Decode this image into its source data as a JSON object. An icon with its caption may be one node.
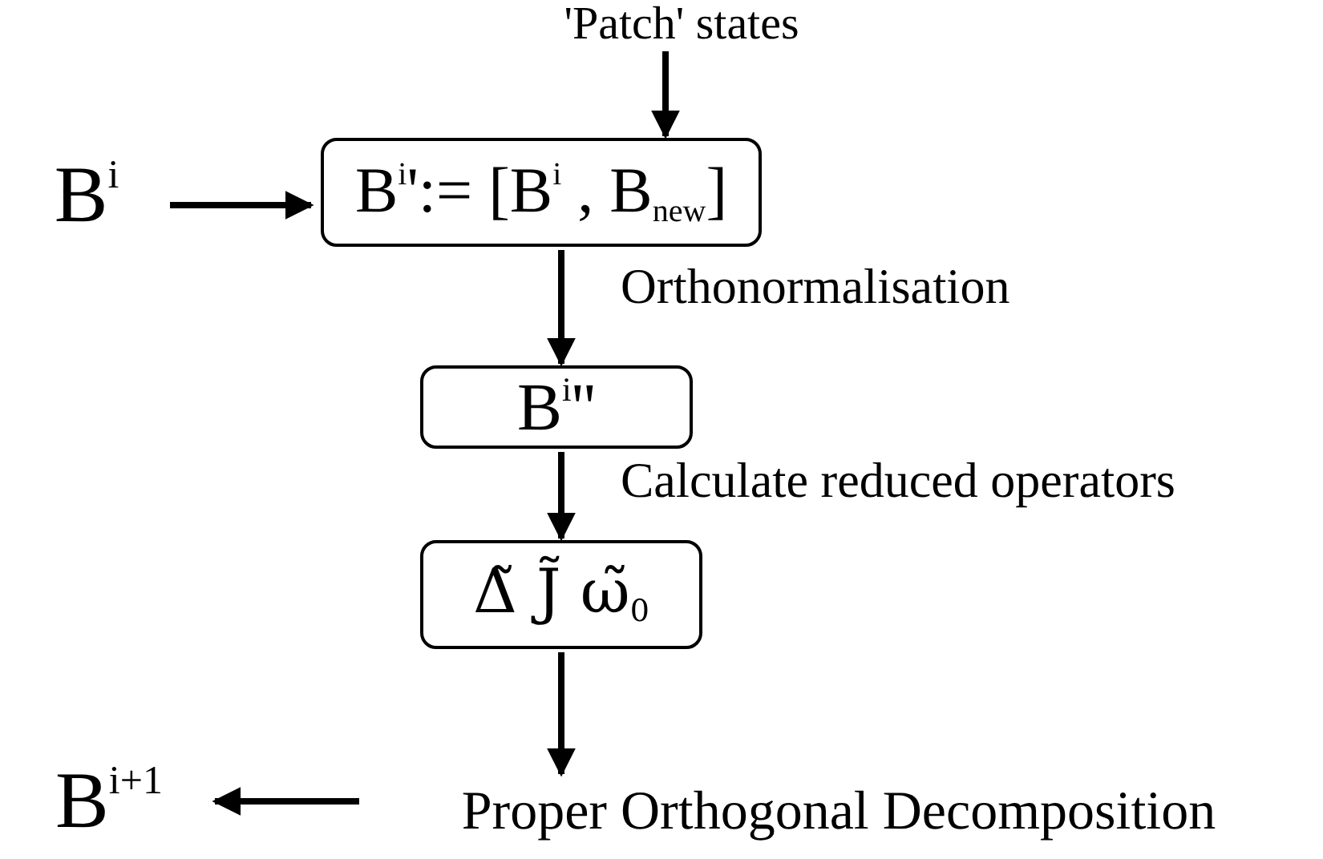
{
  "diagram": {
    "nodes": [
      {
        "text": [
          "'Patch' states"
        ]
      },
      {
        "text": [
          "B$^{i}$"
        ]
      },
      {
        "text": [
          "B$^{i}$':= [B$^{i}$ , B$_{new}$]"
        ]
      },
      {
        "text": [
          "B$^{i}$''"
        ]
      },
      {
        "text": [
          "Δ̃  J̃  ω̃$_{0}$"
        ]
      },
      {
        "text": [
          "Proper Orthogonal Decomposition"
        ]
      },
      {
        "text": [
          "B$^{i+1}$"
        ]
      }
    ],
    "edges": [
      {
        "from": 0,
        "to": 2,
        "arrow": "to"
      },
      {
        "from": 1,
        "to": 2,
        "arrow": "to"
      },
      {
        "from": 2,
        "to": 3,
        "arrow": "to",
        "label": "Orthonormalisation"
      },
      {
        "from": 3,
        "to": 4,
        "arrow": "to",
        "label": "Calculate reduced operators"
      },
      {
        "from": 4,
        "to": 5,
        "arrow": "to"
      },
      {
        "from": 5,
        "to": 6,
        "arrow": "to"
      }
    ]
  }
}
